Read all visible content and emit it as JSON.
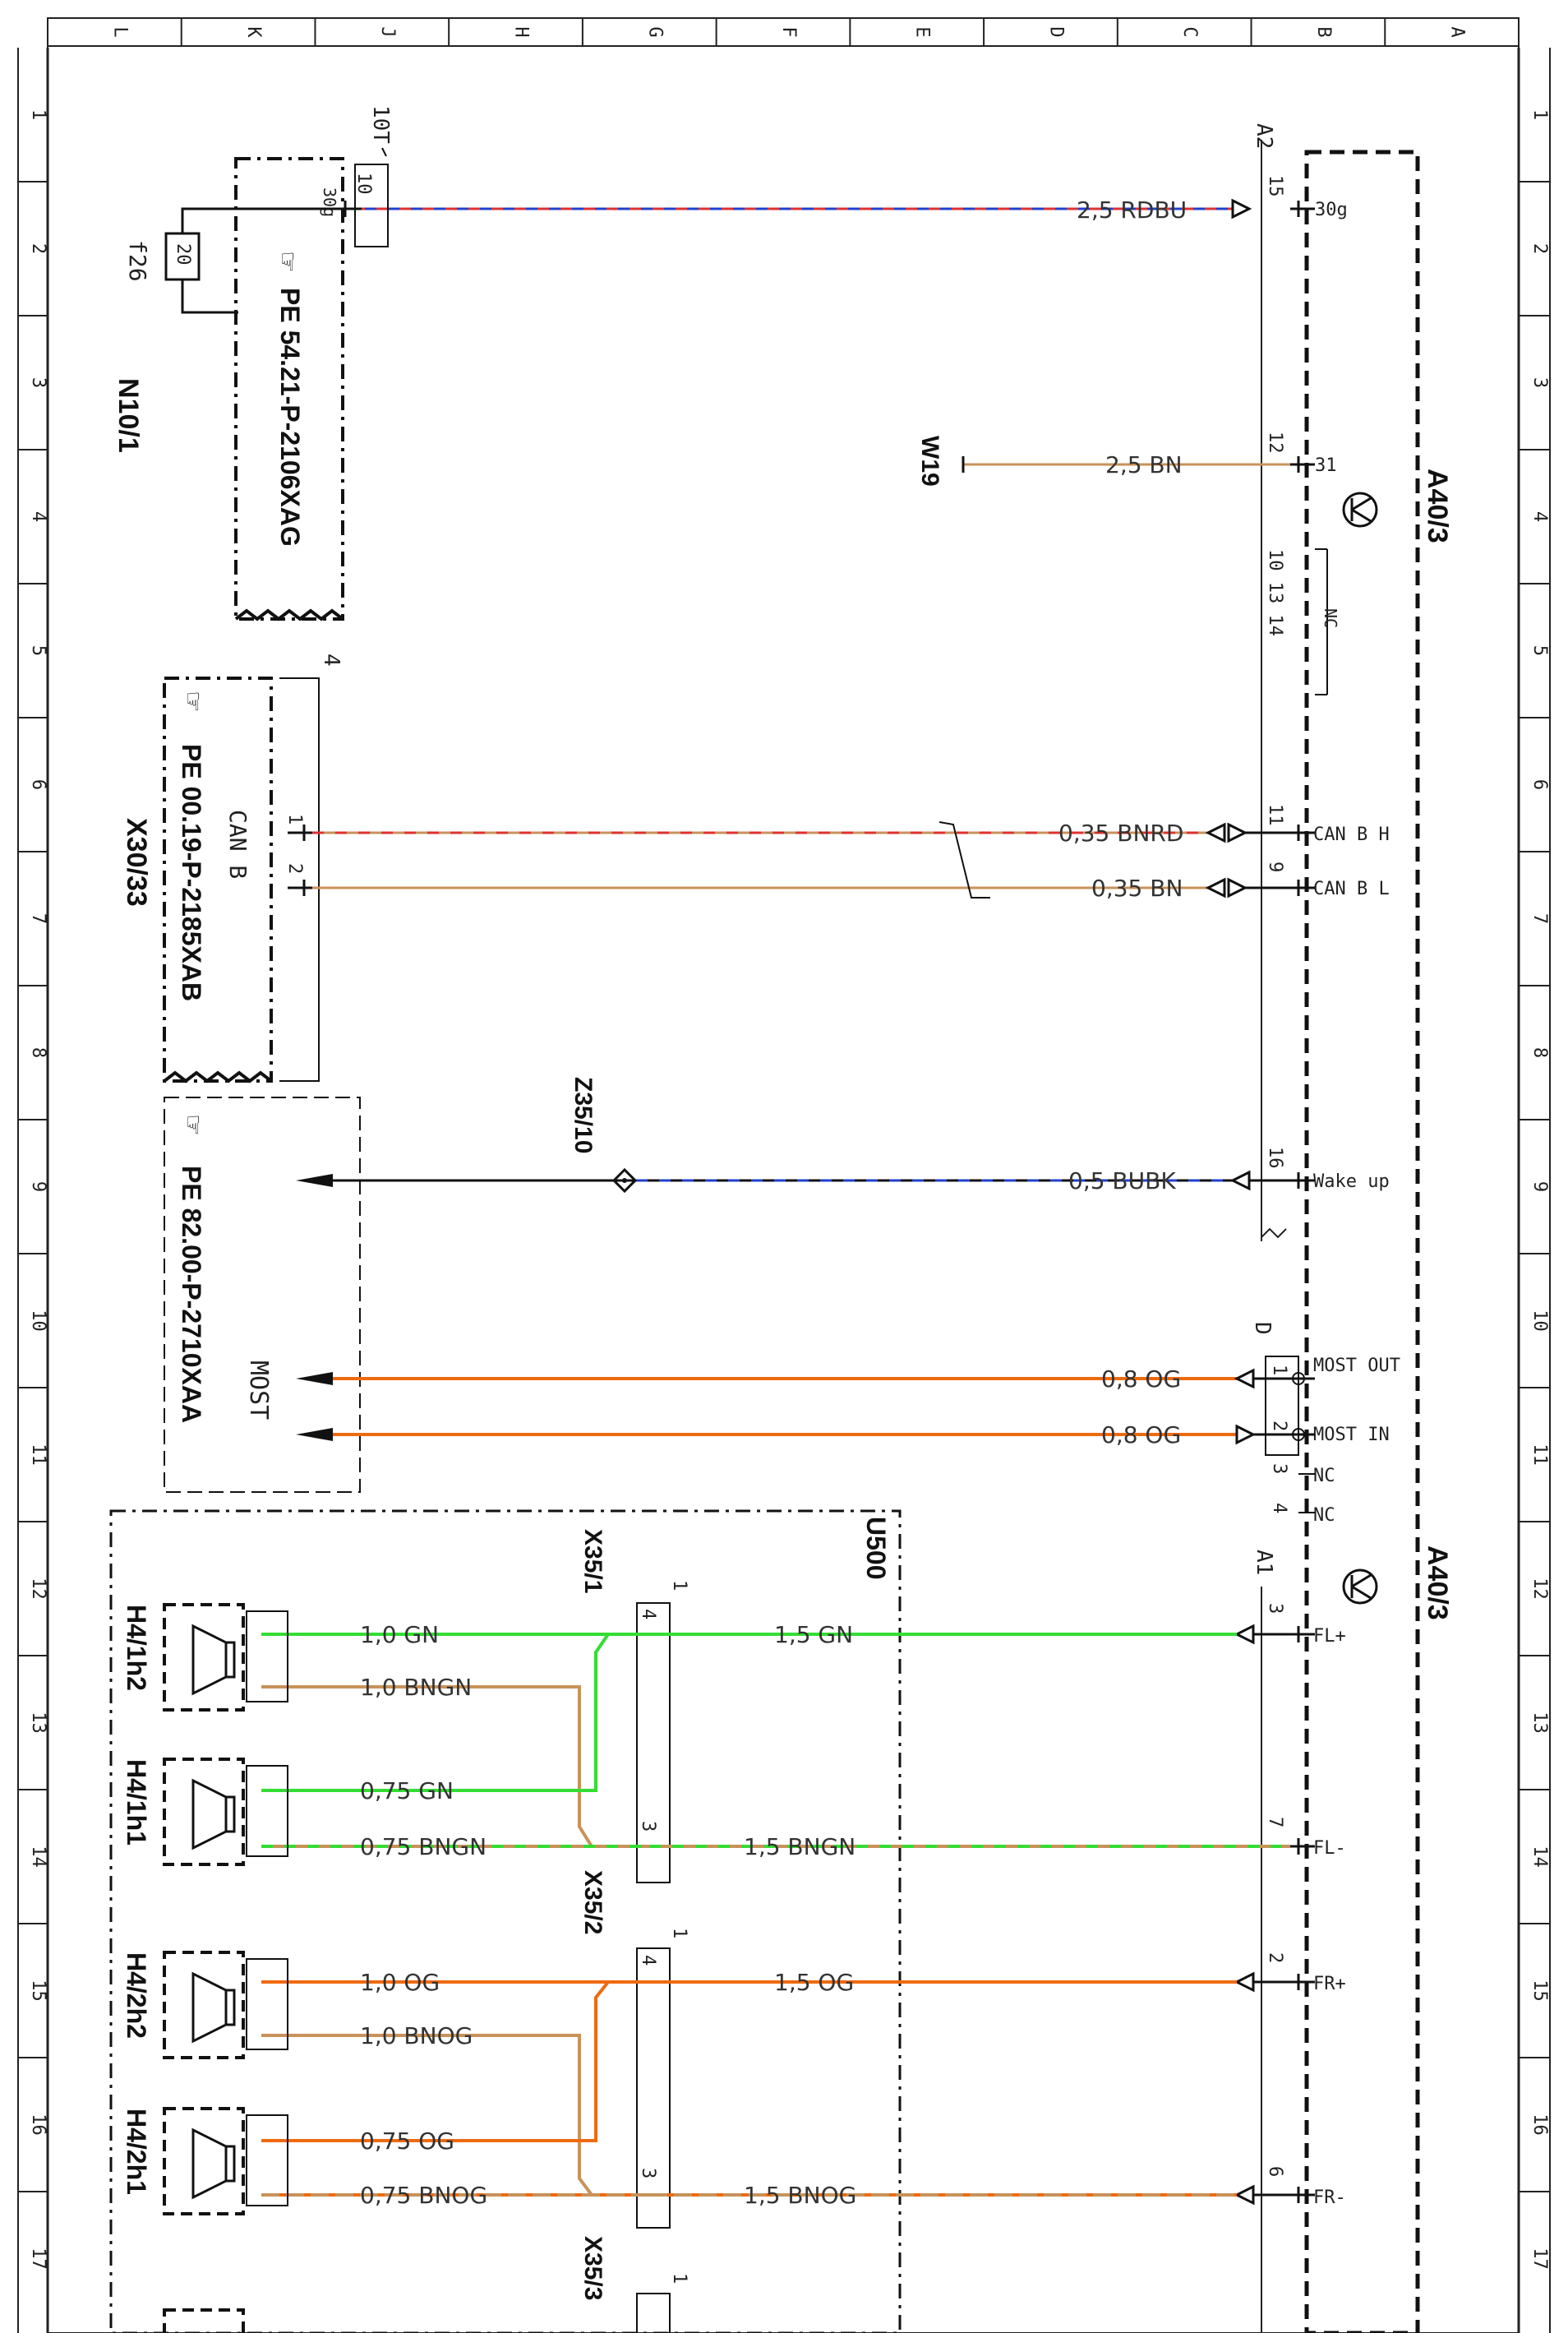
{
  "frame": {
    "columns": [
      "L",
      "K",
      "J",
      "H",
      "G",
      "F",
      "E",
      "D",
      "C",
      "B",
      "A"
    ],
    "rows": [
      "1",
      "2",
      "3",
      "4",
      "5",
      "6",
      "7",
      "8",
      "9",
      "10",
      "11",
      "12",
      "13",
      "14",
      "15",
      "16",
      "17"
    ]
  },
  "components": {
    "n10_1": "N10/1",
    "n10_1_ref": "PE 54.21-P-2106XAG",
    "n10_1_conn": "10T",
    "n10_1_pin": "10",
    "n10_1_term": "30g",
    "f26": "f26",
    "f26_rating": "20",
    "x30_33": "X30/33",
    "x30_33_ref": "PE 00.19-P-2185XAB",
    "x30_33_conn": "4",
    "can_b": "CAN B",
    "most_ref": "PE 82.00-P-2710XAA",
    "most": "MOST",
    "z35_10": "Z35/10",
    "w19": "W19",
    "a40_3_top": "A40/3",
    "a40_3_bottom": "A40/3",
    "a2": "A2",
    "a1": "A1",
    "d": "D",
    "u500": "U500",
    "x35_1": "X35/1",
    "x35_2": "X35/2",
    "x35_3": "X35/3",
    "h4_1h2": "H4/1h2",
    "h4_1h1": "H4/1h1",
    "h4_2h2": "H4/2h2",
    "h4_2h1": "H4/2h1"
  },
  "a2_pins": [
    {
      "pin": "15",
      "name": "30g",
      "wire": "2,5 RDBU"
    },
    {
      "pin": "12",
      "name": "31",
      "wire": "2,5 BN"
    },
    {
      "pin": "10 13 14",
      "name": "NC",
      "wire": ""
    },
    {
      "pin": "11",
      "name": "CAN B H",
      "wire": "0,35 BNRD"
    },
    {
      "pin": "9",
      "name": "CAN B L",
      "wire": "0,35 BN"
    },
    {
      "pin": "16",
      "name": "Wake up",
      "wire": "0,5 BUBK"
    }
  ],
  "d_pins": [
    {
      "pin": "1",
      "name": "MOST OUT",
      "wire": "0,8 OG"
    },
    {
      "pin": "2",
      "name": "MOST IN",
      "wire": "0,8 OG"
    },
    {
      "pin": "3",
      "name": "NC"
    },
    {
      "pin": "4",
      "name": "NC"
    }
  ],
  "a1_pins": [
    {
      "pin": "3",
      "name": "FL+",
      "wire": "1,5 GN"
    },
    {
      "pin": "7",
      "name": "FL-",
      "wire": "1,5 BNGN"
    },
    {
      "pin": "2",
      "name": "FR+",
      "wire": "1,5 OG"
    },
    {
      "pin": "6",
      "name": "FR-",
      "wire": "1,5 BNOG"
    }
  ],
  "speaker_wires": {
    "h4_1h2_plus": "1,0 GN",
    "h4_1h2_minus": "1,0 BNGN",
    "h4_1h1_plus": "0,75 GN",
    "h4_1h1_minus": "0,75 BNGN",
    "h4_2h2_plus": "1,0 OG",
    "h4_2h2_minus": "1,0 BNOG",
    "h4_2h1_plus": "0,75 OG",
    "h4_2h1_minus": "0,75 BNOG"
  },
  "pin_labels": {
    "one": "1",
    "two": "2",
    "three": "3",
    "four": "4"
  },
  "colors": {
    "red": "#e03030",
    "blue": "#2040d0",
    "brown": "#c8925a",
    "green": "#33dd33",
    "orange": "#ee6a10",
    "black": "#111111"
  }
}
